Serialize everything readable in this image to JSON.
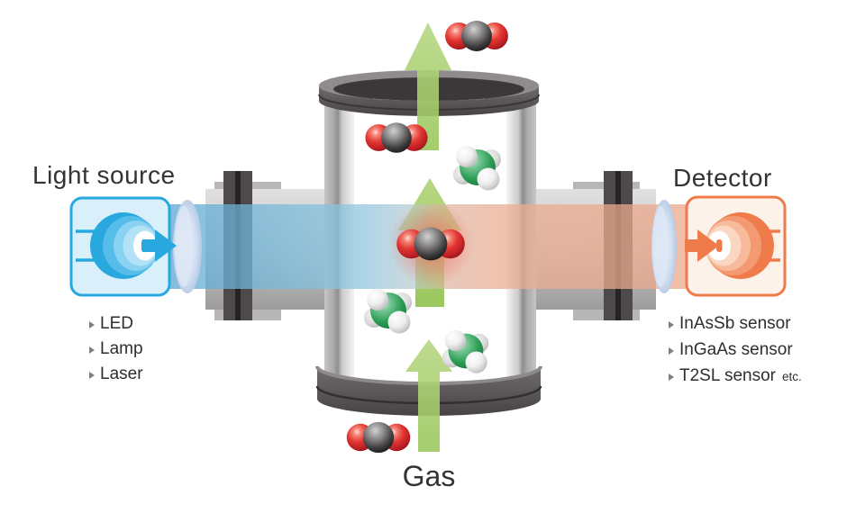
{
  "diagram": {
    "light_source": {
      "title": "Light source",
      "items": [
        {
          "text": "LED"
        },
        {
          "text": "Lamp"
        },
        {
          "text": "Laser"
        }
      ]
    },
    "detector": {
      "title": "Detector",
      "items": [
        {
          "text": "InAsSb sensor",
          "suffix": ""
        },
        {
          "text": "InGaAs sensor",
          "suffix": ""
        },
        {
          "text": "T2SL sensor",
          "suffix": "etc."
        }
      ]
    },
    "gas_label": "Gas",
    "icons": {
      "co2": "co2-molecule",
      "ch4": "ch4-molecule",
      "flow": "gas-flow-arrow",
      "emit": "light-emission-arrow",
      "detect": "light-detection-arrow"
    },
    "colors": {
      "source_accent": "#29a8e0",
      "source_box_fill": "#d9f0fa",
      "detector_accent": "#ef7a4a",
      "detector_box_fill": "#fdf2ea",
      "beam_blue": "#57a6cf",
      "beam_red": "#eca78a",
      "arrow_green": "#a8ce6c",
      "co2_red": "#d8262c",
      "carbon_gray": "#3a3839",
      "ch4_green": "#2f9e57",
      "metal_dark": "#4e4a4b",
      "chamber_gray": "#c6c6c6",
      "text_color": "#333333"
    }
  }
}
